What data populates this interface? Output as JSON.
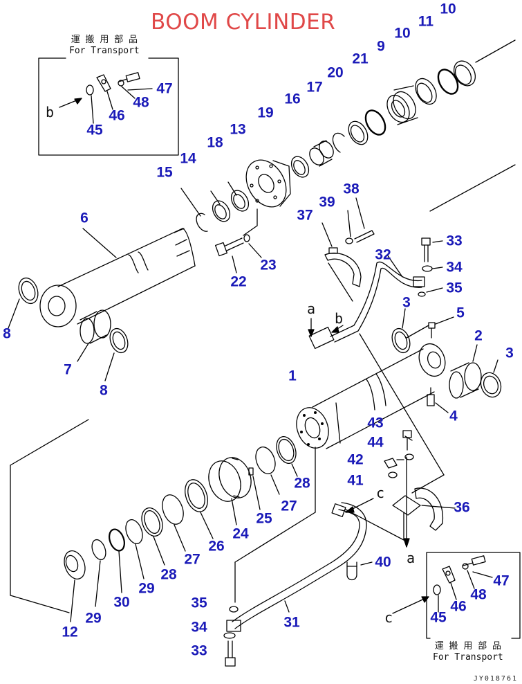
{
  "title": "BOOM CYLINDER",
  "transport_box_top": {
    "jp": "運 搬 用 部 品",
    "en": "For Transport"
  },
  "transport_box_bottom": {
    "jp": "運 搬 用 部 品",
    "en": "For Transport"
  },
  "drawing_code": "JY018761",
  "view_letters": [
    "a",
    "b",
    "c"
  ],
  "callout_color": "#1a1ab8",
  "title_color": "#e04848",
  "callouts": {
    "c10a": "10",
    "c11": "11",
    "c10b": "10",
    "c9": "9",
    "c21": "21",
    "c20": "20",
    "c17": "17",
    "c16": "16",
    "c19": "19",
    "c13": "13",
    "c18": "18",
    "c14": "14",
    "c15": "15",
    "c6": "6",
    "c47a": "47",
    "c48a": "48",
    "c46a": "46",
    "c45a": "45",
    "c38": "38",
    "c39": "39",
    "c37": "37",
    "c23": "23",
    "c22": "22",
    "c33a": "33",
    "c34a": "34",
    "c35a": "35",
    "c32": "32",
    "c3a": "3",
    "c5": "5",
    "c2": "2",
    "c3b": "3",
    "c4": "4",
    "c8a": "8",
    "c7": "7",
    "c8b": "8",
    "c1": "1",
    "c43": "43",
    "c44": "44",
    "c42": "42",
    "c41": "41",
    "c36": "36",
    "c40": "40",
    "c28a": "28",
    "c27a": "27",
    "c25": "25",
    "c24": "24",
    "c26": "26",
    "c27b": "27",
    "c28b": "28",
    "c29a": "29",
    "c30": "30",
    "c29b": "29",
    "c12": "12",
    "c31": "31",
    "c35b": "35",
    "c34b": "34",
    "c33b": "33",
    "c47b": "47",
    "c48b": "48",
    "c46b": "46",
    "c45b": "45"
  }
}
